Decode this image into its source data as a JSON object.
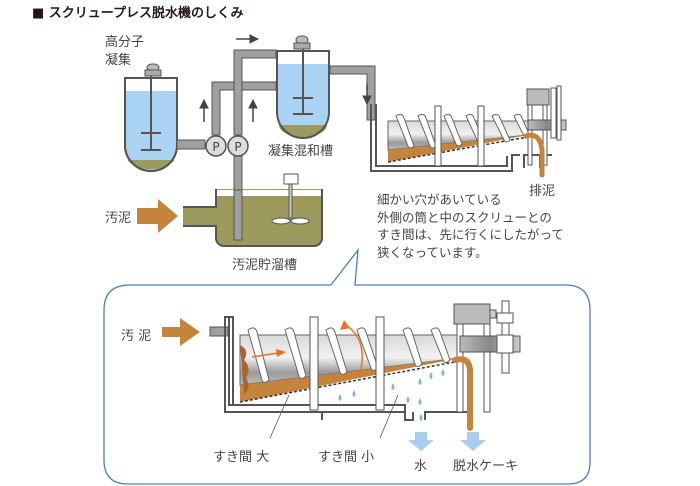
{
  "title": "■ スクリュープレス脱水機のしくみ",
  "labels": {
    "polymer": [
      "高分子",
      "凝集"
    ],
    "mixing_tank": "凝集混和槽",
    "sludge_in": "汚泥",
    "storage_tank": "汚泥貯溜槽",
    "discharge": "排泥",
    "pump_letter": "P",
    "detail_sludge_in": "汚 泥",
    "gap_large": "すき間  大",
    "gap_small": "すき間  小",
    "water": "水",
    "cake": "脱水ケーキ"
  },
  "note": [
    "細かい穴があいている",
    "外側の筒と中のスクリューとの",
    "すき間は、先に行くにしたがって",
    "狭くなっています。"
  ],
  "colors": {
    "water": "#a9d2f3",
    "sludge": "#9c9a5c",
    "sludge_arrow": "#c4843c",
    "cake": "#c4843c",
    "pipe": "#a0a0a0",
    "outline": "#555555",
    "callout": "#4a7fc1",
    "rotation_arrow": "#f07020",
    "down_arrow": "#a8cdee"
  }
}
